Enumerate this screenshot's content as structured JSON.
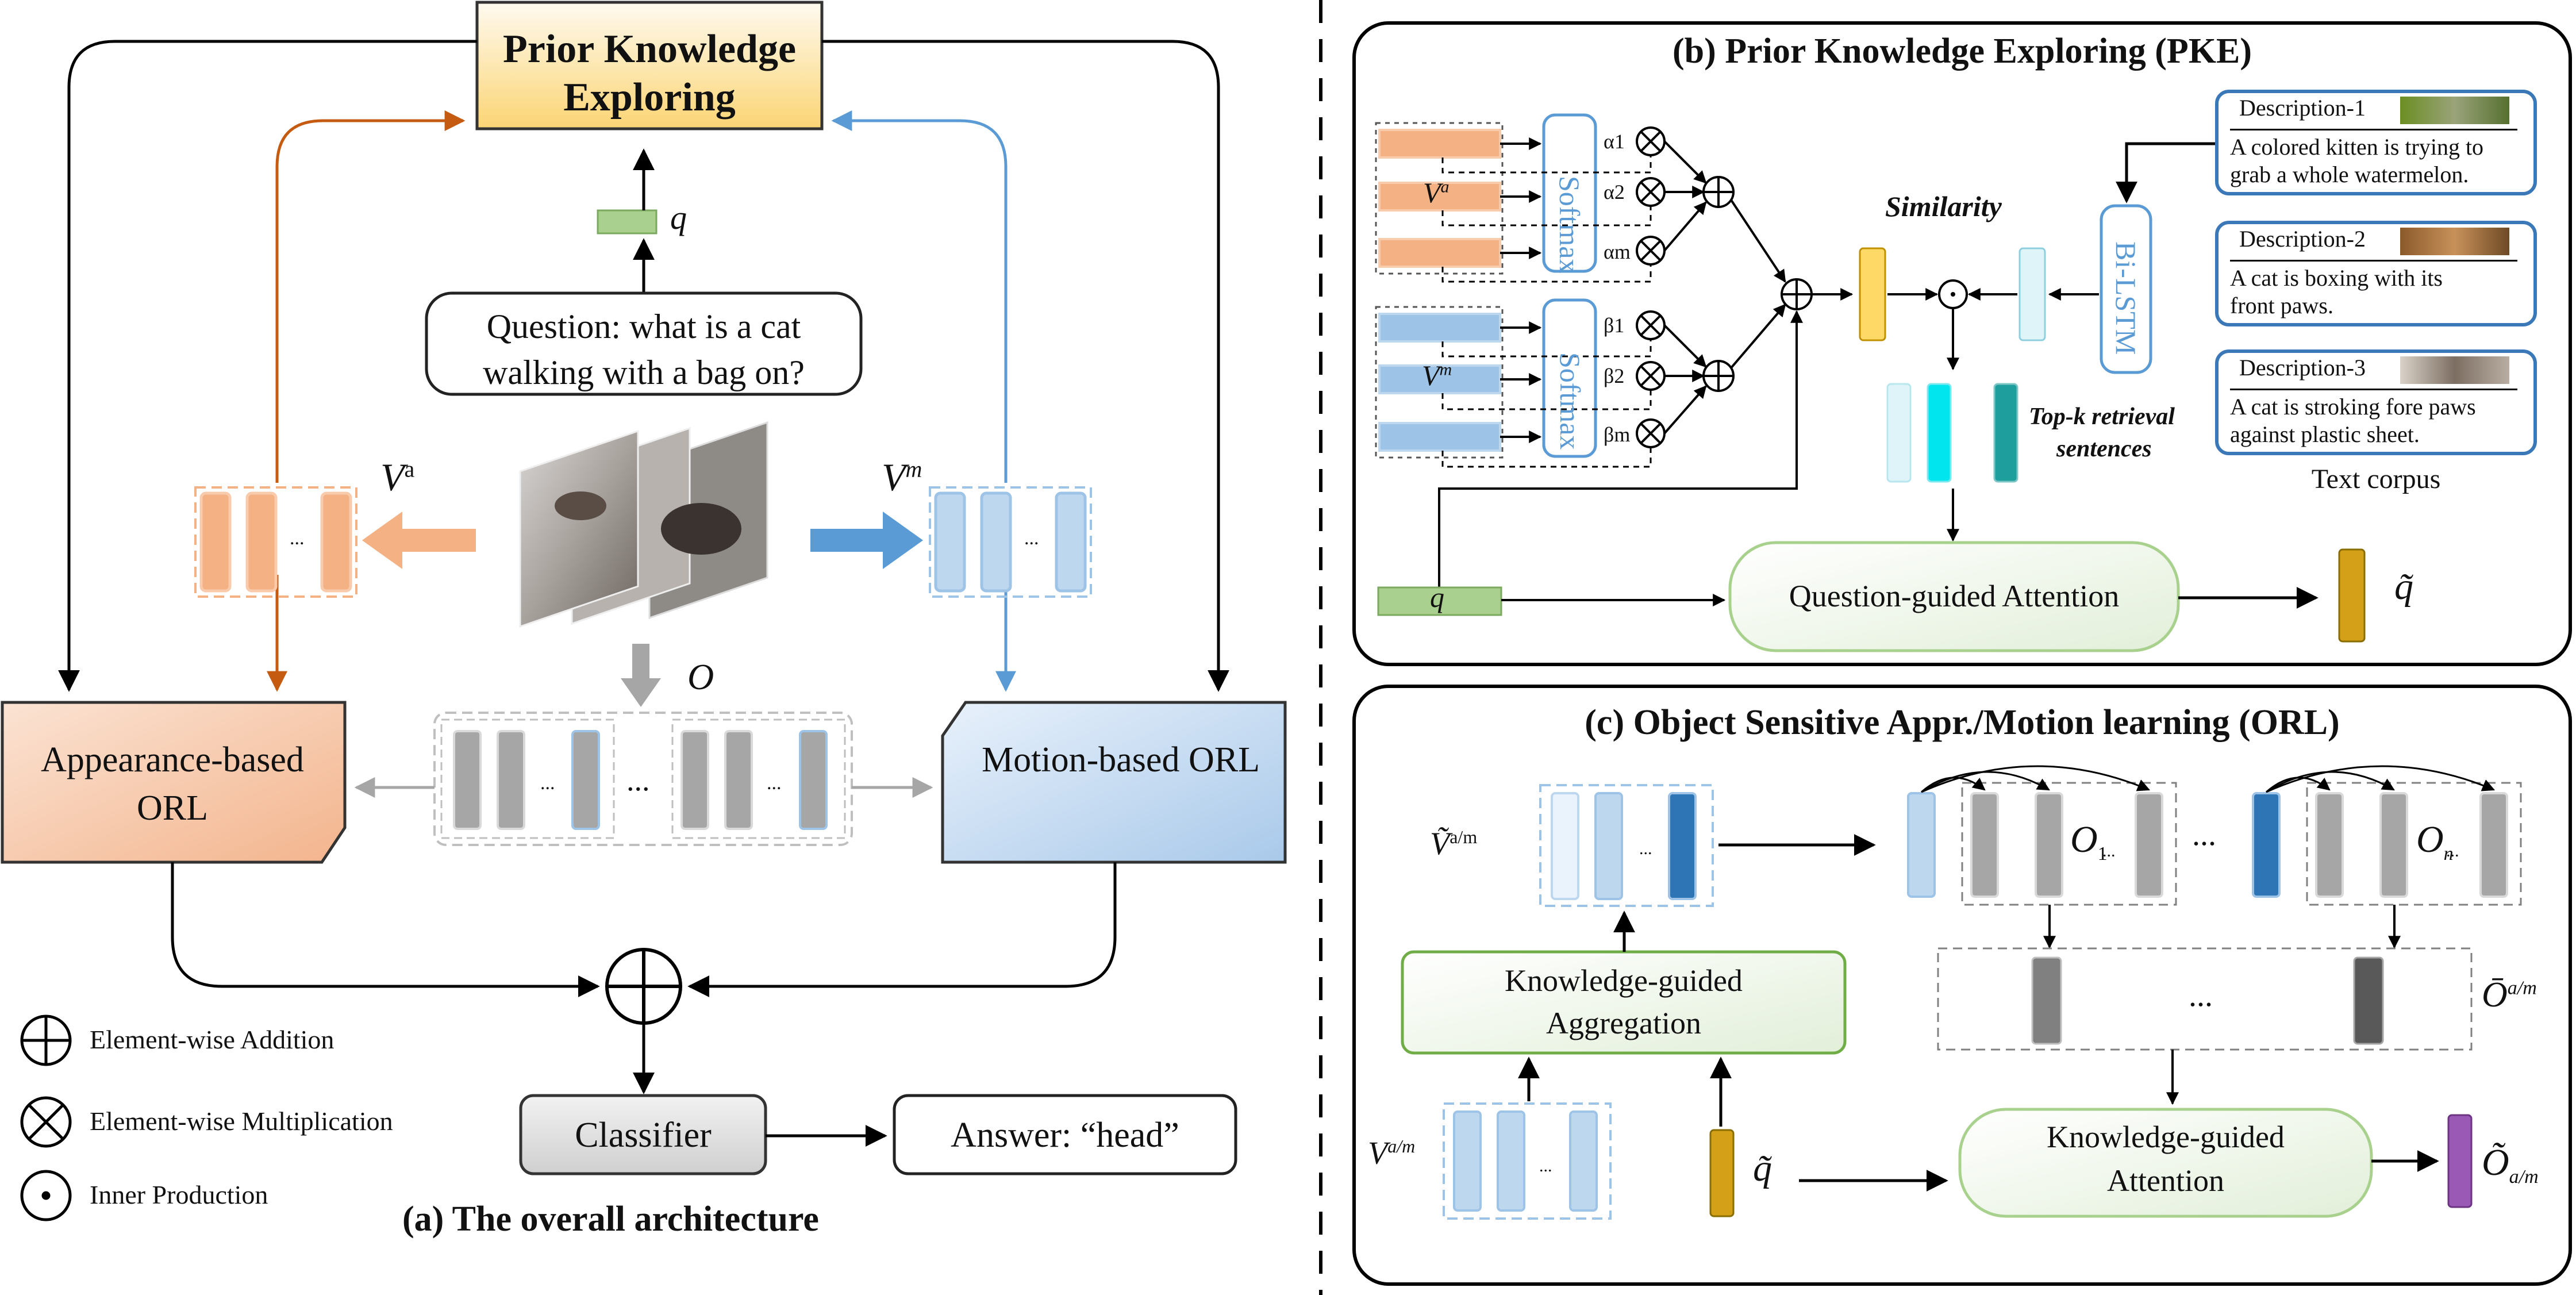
{
  "panel_a": {
    "title": "(a) The overall architecture",
    "pke_box": "Prior Knowledge Exploring",
    "question": "Question: what is a cat walking with a bag on?",
    "q_label": "q",
    "va_label": "V",
    "va_sup": "a",
    "vm_label": "V",
    "vm_sup": "m",
    "o_label": "O",
    "appearance_orl": "Appearance-based ORL",
    "motion_orl": "Motion-based ORL",
    "classifier": "Classifier",
    "answer": "Answer: “head”",
    "ellipsis": "...",
    "small_ellipsis": "...",
    "legend": [
      {
        "symbol": "circle-plus",
        "label": "Element-wise Addition"
      },
      {
        "symbol": "circle-times",
        "label": "Element-wise Multiplication"
      },
      {
        "symbol": "circle-dot",
        "label": "Inner Production"
      }
    ]
  },
  "panel_b": {
    "title": "(b) Prior Knowledge Exploring (PKE)",
    "softmax": "Softmax",
    "alpha_labels": [
      "α1",
      "α2",
      "αm"
    ],
    "beta_labels": [
      "β1",
      "β2",
      "βm"
    ],
    "va_label": "V",
    "va_sup": "a",
    "vm_label": "V",
    "vm_sup": "m",
    "similarity": "Similarity",
    "bilstm": "Bi-LSTM",
    "topk_line1": "Top-k retrieval",
    "topk_line2": "sentences",
    "q_label": "q",
    "qga": "Question-guided Attention",
    "qtilde": "q̃",
    "text_corpus": "Text corpus",
    "descriptions": [
      {
        "title": "Description-1",
        "text": [
          "A colored kitten is trying to",
          "grab a whole watermelon."
        ]
      },
      {
        "title": "Description-2",
        "text": [
          "A cat is  boxing with its",
          "front paws."
        ]
      },
      {
        "title": "Description-3",
        "text": [
          "A cat is stroking fore paws",
          "against plastic sheet."
        ]
      }
    ]
  },
  "panel_c": {
    "title": "(c) Object Sensitive Appr./Motion learning (ORL)",
    "vtilde_label": "Ṽ",
    "vtilde_sup": "a/m",
    "kg_aggregation": [
      "Knowledge-guided",
      "Aggregation"
    ],
    "kg_attention": [
      "Knowledge-guided",
      "Attention"
    ],
    "v_label": "V",
    "v_sup": "a/m",
    "qtilde": "q̃",
    "o1_label": "O",
    "o1_sub": "1",
    "on_label": "O",
    "on_sub": "n",
    "obar_label": "Ō",
    "obar_sup": "a/m",
    "otilde_label": "Õ",
    "otilde_sub": "a/m",
    "ellipsis": "...",
    "small_ellipsis": "..."
  },
  "colors": {
    "pke_gradient_top": "#fff6dc",
    "pke_gradient_bottom": "#fbd978",
    "appearance_fill": "#f6c3a3",
    "motion_fill": "#b9d3ee",
    "orange_arrow": "#c55a11",
    "blue_arrow": "#5b9bd5",
    "green_token": "#a9d08e",
    "question_box_border": "#a9d18e"
  }
}
